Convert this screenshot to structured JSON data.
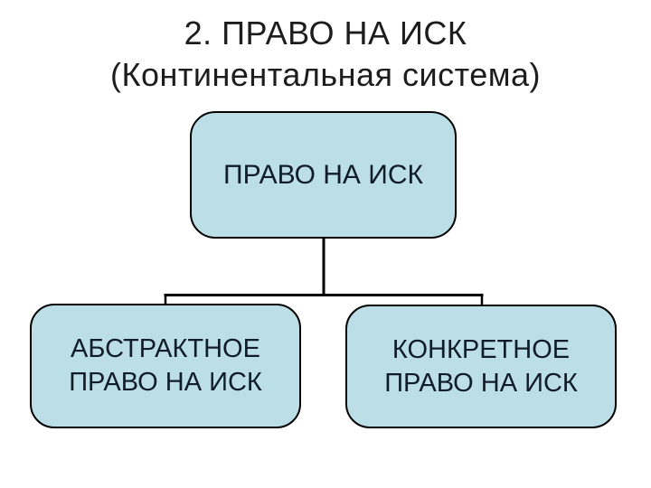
{
  "slide": {
    "title": {
      "line1": "2. ПРАВО НА ИСК",
      "line2": "(Континентальная система)"
    },
    "diagram": {
      "root": {
        "label": "ПРАВО НА ИСК"
      },
      "children": [
        {
          "label": "АБСТРАКТНОЕ ПРАВО НА ИСК"
        },
        {
          "label": "КОНКРЕТНОЕ ПРАВО НА ИСК"
        }
      ]
    },
    "colors": {
      "background": "#ffffff",
      "box_fill": "#bcdee6",
      "box_border": "#000000",
      "box_text": "#101c28",
      "title_text": "#1d1d1d",
      "connector": "#000000"
    }
  }
}
